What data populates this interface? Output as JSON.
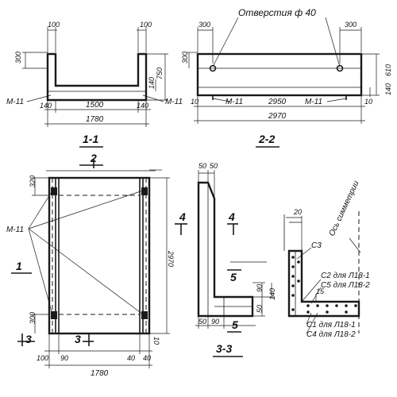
{
  "section_1_1": {
    "label": "1-1",
    "dims": {
      "wall_left": "100",
      "wall_right": "100",
      "height_top": "300",
      "height_total": "750",
      "bottom": "140",
      "inner_span": "1500",
      "left_edge": "140",
      "right_edge": "140",
      "overall": "1780"
    },
    "embed_left": "M-11",
    "embed_right": "M-11"
  },
  "section_2_2": {
    "label": "2-2",
    "holes_label": "Отверстия ф 40",
    "dims": {
      "left_offset": "300",
      "right_offset": "300",
      "top": "300",
      "height": "610",
      "bottom": "140",
      "left_edge": "10",
      "right_edge": "10",
      "inner": "2950",
      "overall": "2970"
    },
    "embed_left": "M-11",
    "embed_right": "M-11"
  },
  "plan": {
    "section_mark_top": "2",
    "section_mark_left": "1",
    "section_mark_3_left": "3",
    "section_mark_3_mid": "3",
    "embed_label": "M-11",
    "dims": {
      "top": "320",
      "length": "2970",
      "bottom_offset": "300",
      "right_bottom": "10",
      "left_wall": "100",
      "mid": "90",
      "right_wall": "40",
      "right_side": "40",
      "overall": "1780"
    }
  },
  "section_3_3": {
    "label": "3-3",
    "marks": {
      "four_a": "4",
      "four_b": "4",
      "five_a": "5",
      "five_b": "5"
    },
    "dims": {
      "top_left": "50",
      "top_right": "50",
      "bot_left": "50",
      "bot_mid": "90",
      "right_a": "90",
      "right_b": "140",
      "right_c": "50"
    }
  },
  "detail": {
    "axis_label": "Ось симметрии",
    "dim_top": "20",
    "dim_15": "15",
    "rebars": {
      "c3": "С3",
      "c2": "С2 для Л18-1",
      "c5": "С5 для Л18-2",
      "c1": "С1 для Л18-1",
      "c4": "С4 для Л18-2"
    }
  }
}
